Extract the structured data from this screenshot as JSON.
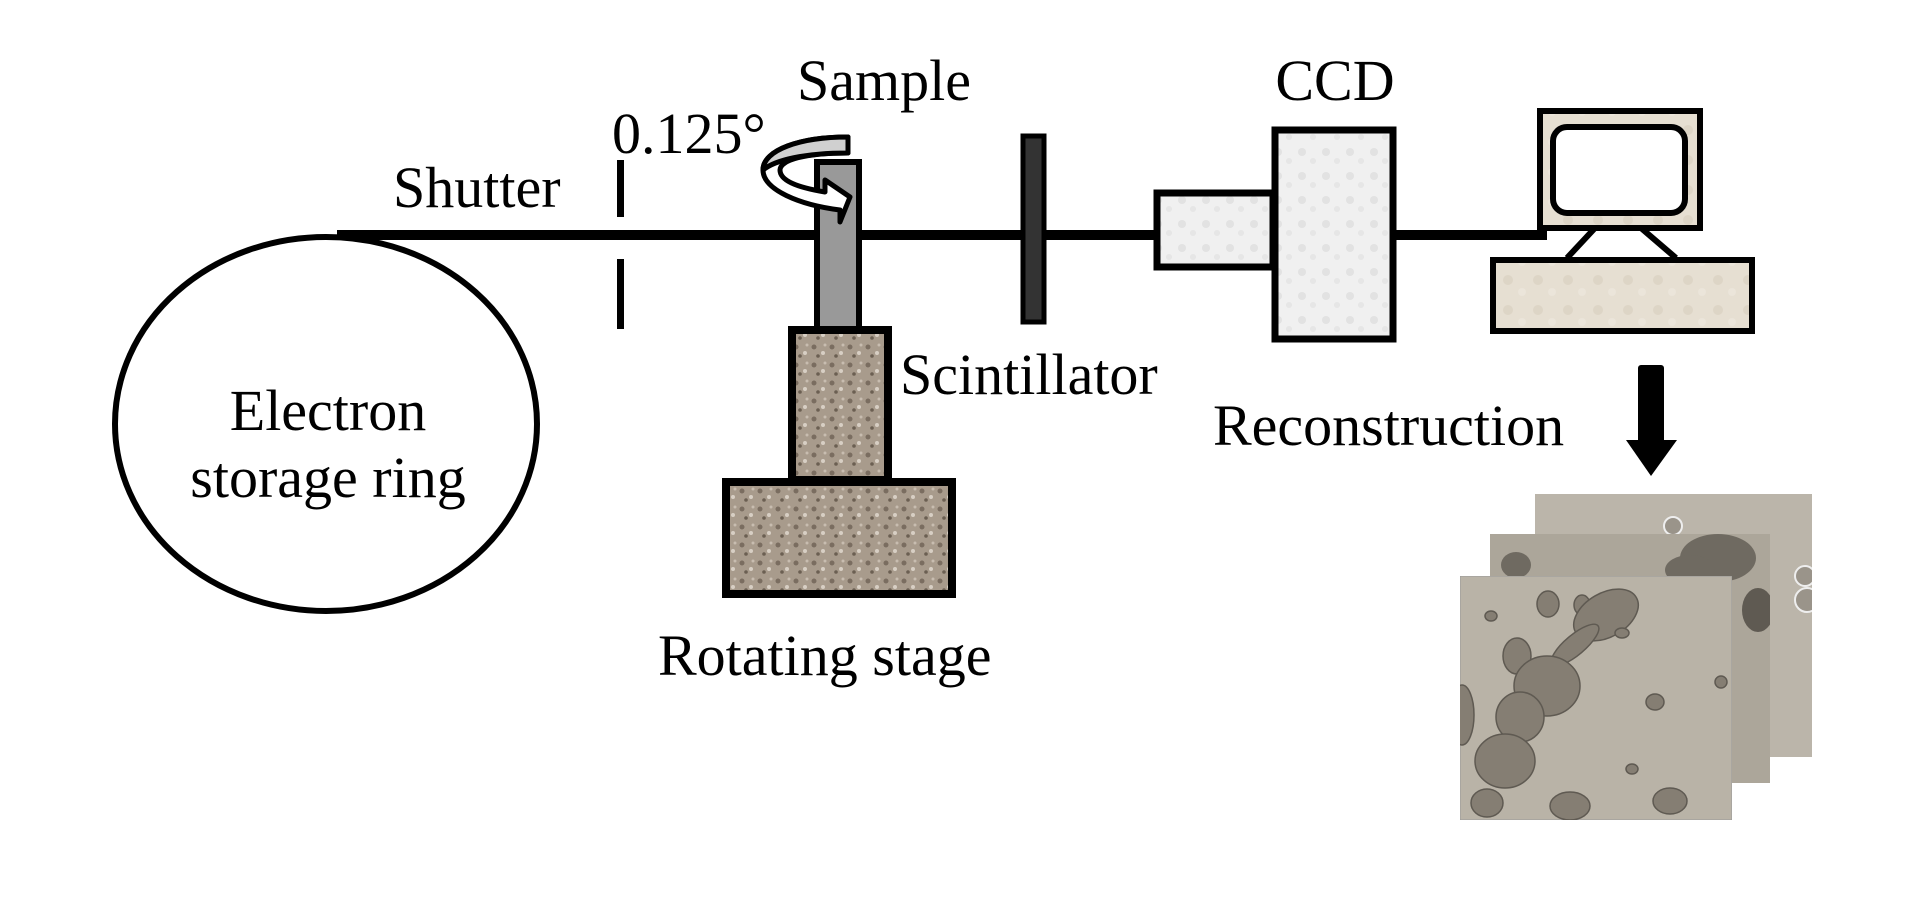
{
  "figure": {
    "labels": {
      "electron_line1": "Electron",
      "electron_line2": "storage ring",
      "shutter": "Shutter",
      "rotation_angle": "0.125°",
      "sample": "Sample",
      "scintillator": "Scintillator",
      "ccd": "CCD",
      "reconstruction": "Reconstruction",
      "rotating_stage": "Rotating stage"
    },
    "icons": {
      "rotation": "rotation-arrow-icon",
      "computer": "computer-icon",
      "down_arrow": "arrow-down-icon"
    },
    "colors": {
      "stroke": "#000000",
      "sample_rod": "#999999",
      "scintillator": "#333333",
      "rotation_arrow_fill": "#d0d0d0",
      "stage_texture": "#a89b8c",
      "ccd_fill": "#f0f0f0",
      "computer_fill": "#e6dfd2",
      "slice_bg": "#b9b3a7",
      "slice_particle": "#857e73"
    },
    "reconstruction_slices": 3
  }
}
